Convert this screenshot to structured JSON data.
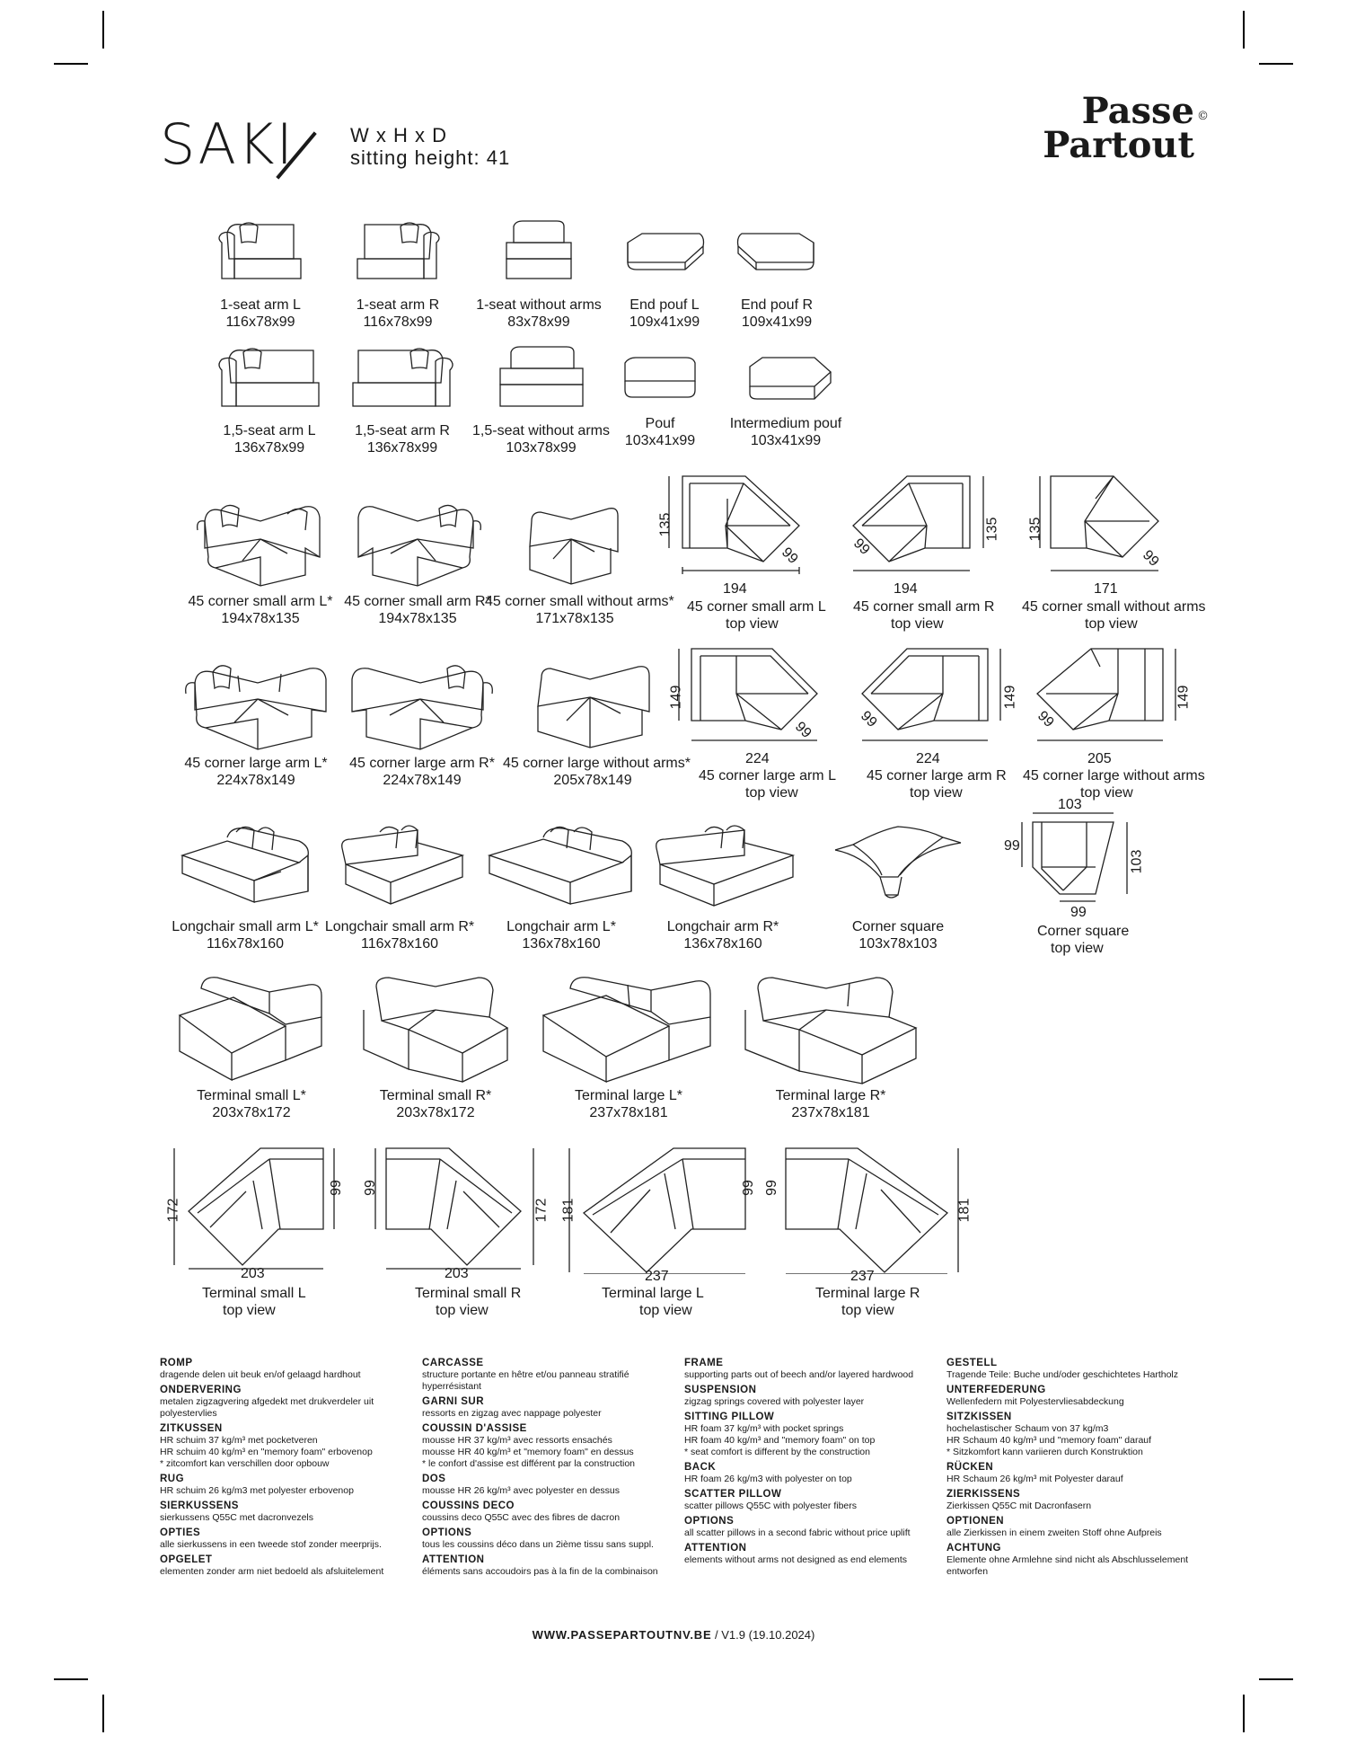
{
  "header": {
    "title": "SAKI",
    "dims_label": "W x H x D",
    "sitting_height": "sitting height: 41"
  },
  "logo": {
    "line1": "Passe",
    "line2": "Partout",
    "mark": "©"
  },
  "items": [
    {
      "name": "1-seat arm L",
      "dims": "116x78x99"
    },
    {
      "name": "1-seat arm R",
      "dims": "116x78x99"
    },
    {
      "name": "1-seat without arms",
      "dims": "83x78x99"
    },
    {
      "name": "End pouf L",
      "dims": "109x41x99"
    },
    {
      "name": "End pouf R",
      "dims": "109x41x99"
    },
    {
      "name": "1,5-seat arm L",
      "dims": "136x78x99"
    },
    {
      "name": "1,5-seat arm R",
      "dims": "136x78x99"
    },
    {
      "name": "1,5-seat without arms",
      "dims": "103x78x99"
    },
    {
      "name": "Pouf",
      "dims": "103x41x99"
    },
    {
      "name": "Intermedium pouf",
      "dims": "103x41x99"
    },
    {
      "name": "45 corner small arm L*",
      "dims": "194x78x135"
    },
    {
      "name": "45 corner small arm R*",
      "dims": "194x78x135"
    },
    {
      "name": "45 corner small without arms*",
      "dims": "171x78x135"
    },
    {
      "name": "45 corner small arm L",
      "dims": "top view"
    },
    {
      "name": "45 corner small arm R",
      "dims": "top view"
    },
    {
      "name": "45 corner small without arms",
      "dims": "top view"
    },
    {
      "name": "45 corner large arm L*",
      "dims": "224x78x149"
    },
    {
      "name": "45 corner large arm R*",
      "dims": "224x78x149"
    },
    {
      "name": "45 corner large without arms*",
      "dims": "205x78x149"
    },
    {
      "name": "45 corner large arm L",
      "dims": "top view"
    },
    {
      "name": "45 corner large arm R",
      "dims": "top view"
    },
    {
      "name": "45 corner large without arms",
      "dims": "top view"
    },
    {
      "name": "Longchair small arm L*",
      "dims": "116x78x160"
    },
    {
      "name": "Longchair small arm R*",
      "dims": "116x78x160"
    },
    {
      "name": "Longchair arm L*",
      "dims": "136x78x160"
    },
    {
      "name": "Longchair arm R*",
      "dims": "136x78x160"
    },
    {
      "name": "Corner square",
      "dims": "103x78x103"
    },
    {
      "name": "Corner square",
      "dims": "top view"
    },
    {
      "name": "Terminal small L*",
      "dims": "203x78x172"
    },
    {
      "name": "Terminal small R*",
      "dims": "203x78x172"
    },
    {
      "name": "Terminal large L*",
      "dims": "237x78x181"
    },
    {
      "name": "Terminal large R*",
      "dims": "237x78x181"
    },
    {
      "name": "Terminal small L",
      "dims": "top view"
    },
    {
      "name": "Terminal small R",
      "dims": "top view"
    },
    {
      "name": "Terminal large L",
      "dims": "top view"
    },
    {
      "name": "Terminal large R",
      "dims": "top view"
    }
  ],
  "dims": {
    "d135": "135",
    "d99": "99",
    "d194": "194",
    "d171": "171",
    "d149": "149",
    "d224": "224",
    "d205": "205",
    "d103": "103",
    "d172": "172",
    "d203": "203",
    "d181": "181",
    "d237": "237"
  },
  "specs": [
    {
      "sections": [
        {
          "h": "ROMP",
          "t": "dragende delen uit beuk en/of gelaagd hardhout"
        },
        {
          "h": "ONDERVERING",
          "t": "metalen zigzagvering afgedekt met drukverdeler uit\npolyestervlies"
        },
        {
          "h": "ZITKUSSEN",
          "t": "HR schuim 37 kg/m³ met pocketveren\nHR schuim 40 kg/m³ en \"memory foam\" erbovenop\n* zitcomfort kan verschillen door opbouw"
        },
        {
          "h": "RUG",
          "t": "HR schuim 26 kg/m3 met polyester erbovenop"
        },
        {
          "h": "SIERKUSSENS",
          "t": "sierkussens Q55C met dacronvezels"
        },
        {
          "h": "OPTIES",
          "t": "alle sierkussens in een tweede stof zonder meerprijs."
        },
        {
          "h": "OPGELET",
          "t": "elementen zonder arm niet bedoeld als afsluitelement"
        }
      ]
    },
    {
      "sections": [
        {
          "h": "CARCASSE",
          "t": "structure portante en hêtre et/ou panneau stratifié\nhyperrésistant"
        },
        {
          "h": "GARNI SUR",
          "t": "ressorts en zigzag avec nappage polyester"
        },
        {
          "h": "COUSSIN D'ASSISE",
          "t": "mousse HR 37 kg/m³ avec ressorts ensachés\nmousse HR 40 kg/m³ et \"memory foam\" en dessus\n* le confort d'assise est différent par la construction"
        },
        {
          "h": "DOS",
          "t": "mousse HR 26 kg/m³ avec polyester en dessus"
        },
        {
          "h": "COUSSINS DECO",
          "t": "coussins deco Q55C avec des fibres de dacron"
        },
        {
          "h": "OPTIONS",
          "t": "tous les coussins déco dans un 2ième tissu sans suppl."
        },
        {
          "h": "ATTENTION",
          "t": "éléments sans accoudoirs pas à la fin de la combinaison"
        }
      ]
    },
    {
      "sections": [
        {
          "h": "FRAME",
          "t": "supporting parts out of beech and/or layered hardwood\n "
        },
        {
          "h": "SUSPENSION",
          "t": "zigzag springs covered with polyester layer"
        },
        {
          "h": "SITTING PILLOW",
          "t": "HR foam 37 kg/m³ with pocket springs\nHR foam 40 kg/m³ and \"memory foam\" on top\n* seat comfort is different by the construction"
        },
        {
          "h": "BACK",
          "t": "HR foam 26 kg/m3 with polyester on top"
        },
        {
          "h": "SCATTER PILLOW",
          "t": "scatter pillows Q55C with polyester fibers"
        },
        {
          "h": "OPTIONS",
          "t": "all scatter pillows in a second fabric without price uplift"
        },
        {
          "h": "ATTENTION",
          "t": "elements without arms not designed as end elements"
        }
      ]
    },
    {
      "sections": [
        {
          "h": "GESTELL",
          "t": "Tragende Teile: Buche und/oder geschichtetes Hartholz"
        },
        {
          "h": "UNTERFEDERUNG",
          "t": "Wellenfedern mit Polyestervliesabdeckung"
        },
        {
          "h": "SITZKISSEN",
          "t": "hochelastischer Schaum von 37 kg/m3\nHR Schaum 40 kg/m³ und \"memory foam\" darauf\n* Sitzkomfort kann variieren durch Konstruktion"
        },
        {
          "h": "RÜCKEN",
          "t": "HR Schaum 26 kg/m³ mit Polyester darauf"
        },
        {
          "h": "ZIERKISSENS",
          "t": "Zierkissen Q55C mit Dacronfasern"
        },
        {
          "h": "OPTIONEN",
          "t": "alle Zierkissen in einem zweiten Stoff ohne Aufpreis"
        },
        {
          "h": "ACHTUNG",
          "t": "Elemente ohne Armlehne sind nicht als Abschlusselement\nentworfen"
        }
      ]
    }
  ],
  "footer": {
    "url": "WWW.PASSEPARTOUTNV.BE",
    "version": " / V1.9 (19.10.2024)"
  }
}
